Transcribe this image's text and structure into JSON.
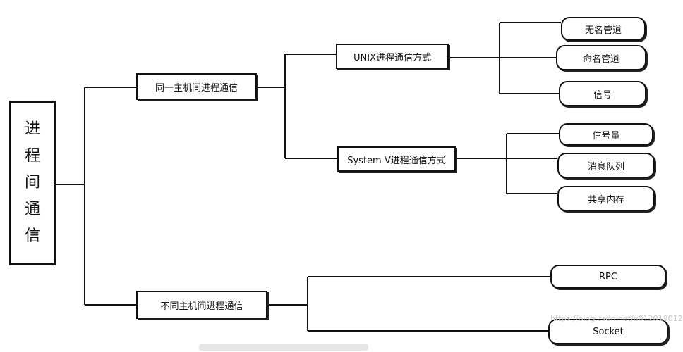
{
  "root": {
    "chars": [
      "进",
      "程",
      "间",
      "通",
      "信"
    ]
  },
  "branches": {
    "same_host": "同一主机间进程通信",
    "different_host": "不同主机间进程通信"
  },
  "methods": {
    "unix": "UNIX进程通信方式",
    "system_v": "System V进程通信方式"
  },
  "unix_items": [
    "无名管道",
    "命名管道",
    "信号"
  ],
  "system_v_items": [
    "信号量",
    "消息队列",
    "共享内存"
  ],
  "network_items": [
    "RPC",
    "Socket"
  ],
  "watermark": "https://blog.csdn.net/u012019012"
}
